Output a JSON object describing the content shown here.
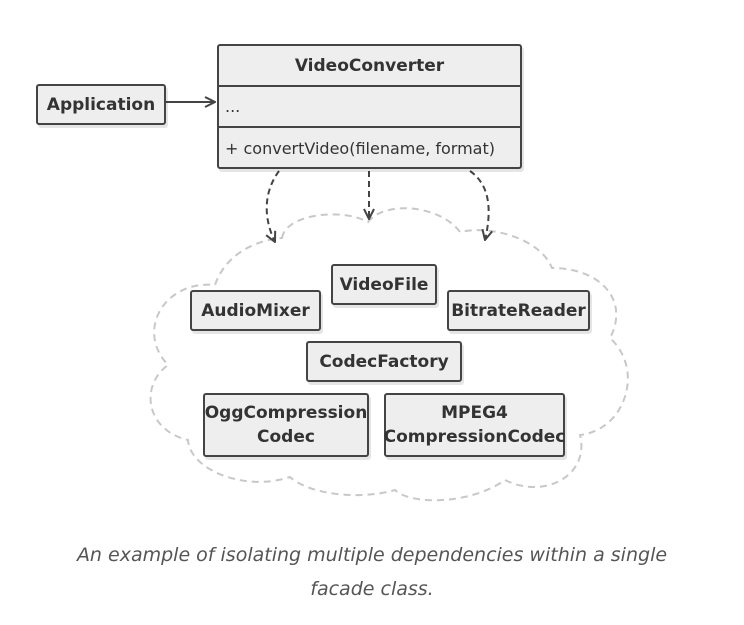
{
  "facade": {
    "name": "VideoConverter",
    "fields": "...",
    "method": "+ convertVideo(filename, format)"
  },
  "client": {
    "name": "Application"
  },
  "subsystem": {
    "video_file": "VideoFile",
    "audio_mixer": "AudioMixer",
    "bitrate_reader": "BitrateReader",
    "codec_factory": "CodecFactory",
    "ogg_codec": [
      "OggCompression",
      "Codec"
    ],
    "mpeg4_codec": [
      "MPEG4",
      "CompressionCodec"
    ]
  },
  "caption": {
    "line1": "An example of isolating multiple dependencies within a single",
    "line2": "facade class."
  },
  "colors": {
    "box_fill": "#eeeeee",
    "box_border": "#444444",
    "cloud_border": "#c8c8c8",
    "arrow": "#444444",
    "caption_text": "#555555"
  }
}
